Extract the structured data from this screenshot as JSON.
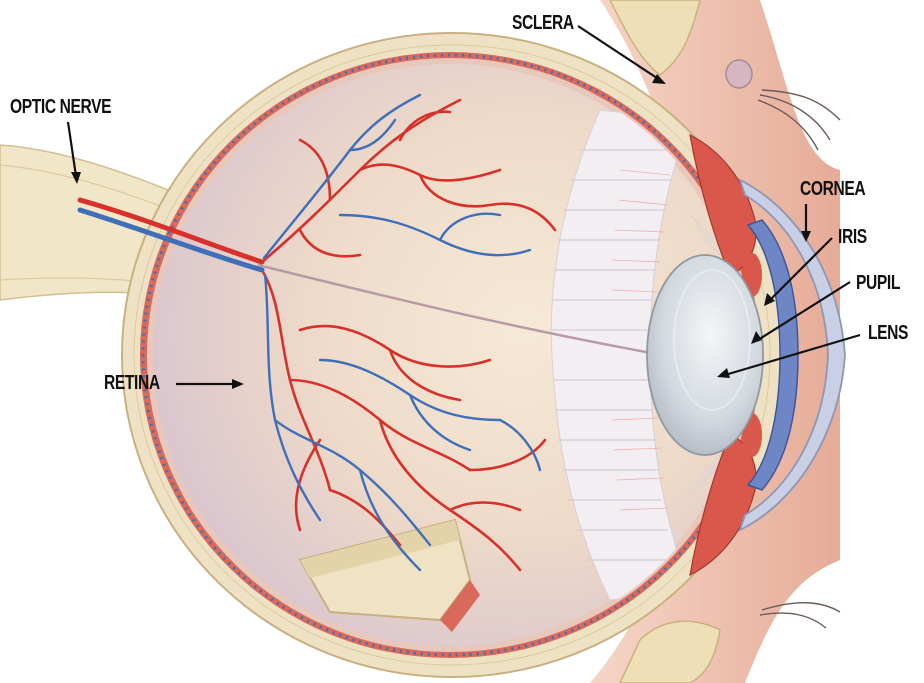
{
  "labels": {
    "sclera": "SCLERA",
    "optic_nerve": "OPTIC NERVE",
    "cornea": "CORNEA",
    "iris": "IRIS",
    "pupil": "PUPIL",
    "lens": "LENS",
    "retina": "RETINA"
  },
  "colors": {
    "sclera": "#efe2c4",
    "choroid": "#d9695a",
    "vitreous": "#f1d9c8",
    "artery": "#d8302a",
    "vein": "#3f6fb8",
    "skin": "#f2c9b8",
    "cornea": "#c9d0e6",
    "lens": "#d4dae2",
    "iris": "#6f86c6"
  }
}
